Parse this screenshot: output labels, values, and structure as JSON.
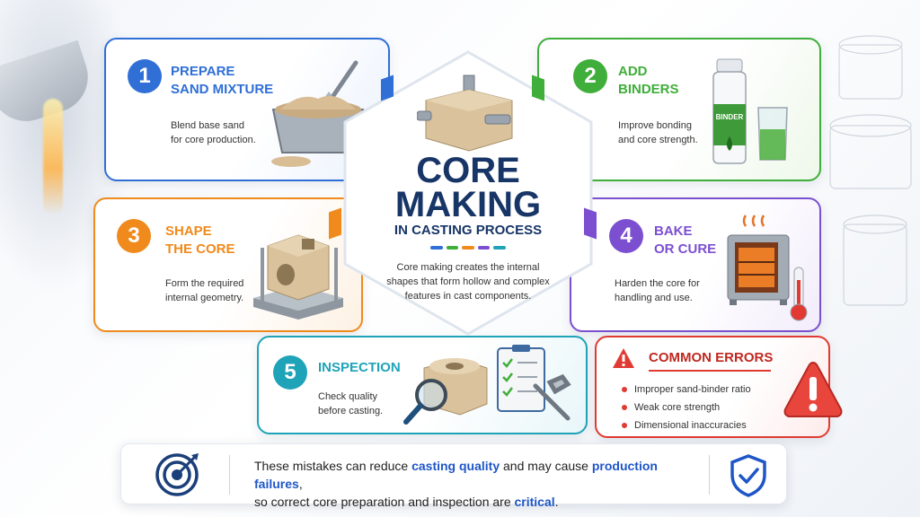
{
  "header": {
    "title_line1": "CORE",
    "title_line2": "MAKING",
    "subtitle": "IN CASTING PROCESS",
    "description": "Core making creates the internal shapes that form hollow and complex features in cast components."
  },
  "steps": [
    {
      "number": "1",
      "title_line1": "PREPARE",
      "title_line2": "SAND MIXTURE",
      "desc_line1": "Blend base sand",
      "desc_line2": "for core production.",
      "icon": "sand-tray-icon",
      "color": "#2f6fd6"
    },
    {
      "number": "2",
      "title_line1": "ADD",
      "title_line2": "BINDERS",
      "desc_line1": "Improve bonding",
      "desc_line2": "and core strength.",
      "icon": "binder-bottle-icon",
      "bottle_label": "BINDER",
      "color": "#3fae3a"
    },
    {
      "number": "3",
      "title_line1": "SHAPE",
      "title_line2": "THE CORE",
      "desc_line1": "Form the required",
      "desc_line2": "internal geometry.",
      "icon": "core-box-icon",
      "color": "#f08a1c"
    },
    {
      "number": "4",
      "title_line1": "BAKE",
      "title_line2": "OR CURE",
      "desc_line1": "Harden the core for",
      "desc_line2": "handling and use.",
      "icon": "oven-icon",
      "color": "#7c4fd0"
    },
    {
      "number": "5",
      "title_line1": "INSPECTION",
      "desc_line1": "Check quality",
      "desc_line2": "before casting.",
      "icon": "inspection-icon",
      "color": "#1fa3b8"
    }
  ],
  "errors": {
    "title": "COMMON ERRORS",
    "items": [
      "Improper sand-binder ratio",
      "Weak core strength",
      "Dimensional inaccuracies"
    ],
    "color": "#e03a32"
  },
  "banner": {
    "part1": "These mistakes can reduce ",
    "highlight1": "casting quality",
    "part2": " and may cause ",
    "highlight2": "production failures",
    "part3": ",",
    "line2_part1": "so correct core preparation and inspection are ",
    "highlight3": "critical",
    "line2_part2": ".",
    "accent": "#1e56c8"
  }
}
